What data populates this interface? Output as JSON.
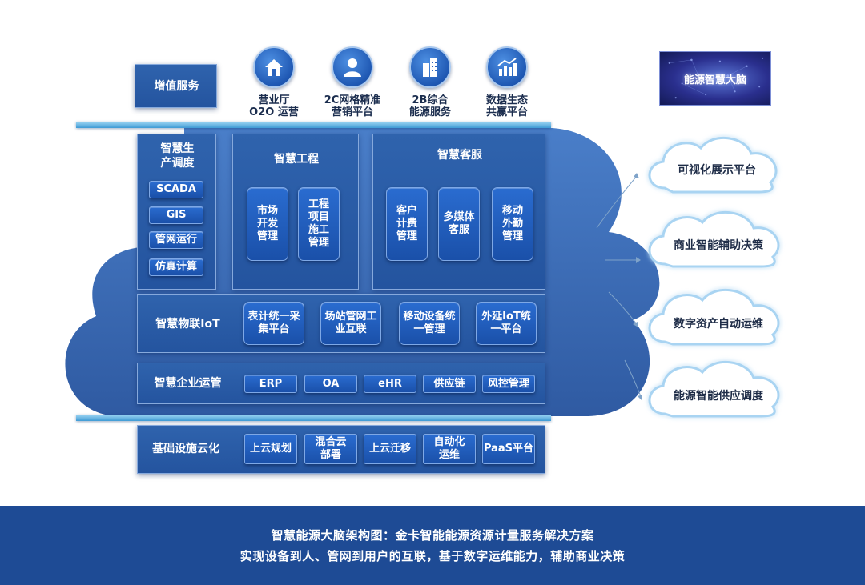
{
  "top_services": {
    "label": "增值服务",
    "items": [
      {
        "icon": "house-icon",
        "label": "营业厅\nO2O 运营"
      },
      {
        "icon": "user-icon",
        "label": "2C网格精准\n营销平台"
      },
      {
        "icon": "building-icon",
        "label": "2B综合\n能源服务"
      },
      {
        "icon": "bar-chart-icon",
        "label": "数据生态\n共赢平台"
      }
    ]
  },
  "production": {
    "title": "智慧生\n产调度",
    "items": [
      "SCADA",
      "GIS",
      "管网运行",
      "仿真计算"
    ]
  },
  "engineering": {
    "title": "智慧工程",
    "items": [
      "市场\n开发\n管理",
      "工程\n项目\n施工\n管理"
    ]
  },
  "customer_service": {
    "title": "智慧客服",
    "items": [
      "客户\n计费\n管理",
      "多媒体\n客服",
      "移动\n外勤\n管理"
    ]
  },
  "iot": {
    "title": "智慧物联IoT",
    "items": [
      "表计统一采\n集平台",
      "场站管网工\n业互联",
      "移动设备统\n一管理",
      "外延IoT统\n一平台"
    ]
  },
  "enterprise": {
    "title": "智慧企业运管",
    "items": [
      "ERP",
      "OA",
      "eHR",
      "供应链",
      "风控管理"
    ]
  },
  "infrastructure": {
    "title": "基础设施云化",
    "items": [
      "上云规划",
      "混合云\n部署",
      "上云迁移",
      "自动化\n运维",
      "PaaS平台"
    ]
  },
  "energy_brain": {
    "title": "能源智慧大脑",
    "outputs": [
      "可视化展示平台",
      "商业智能辅助决策",
      "数字资产自动运维",
      "能源智能供应调度"
    ]
  },
  "footer": {
    "line1": "智慧能源大脑架构图：金卡智能能源资源计量服务解决方案",
    "line2": "实现设备到人、管网到用户的互联，基于数字运维能力，辅助商业决策"
  },
  "colors": {
    "panel": "#2a5aa5",
    "cloud": "#2b5fae",
    "band": "#5fb2e2",
    "footer": "#1e4b95",
    "outline_cloud": "#a9d4f2"
  }
}
